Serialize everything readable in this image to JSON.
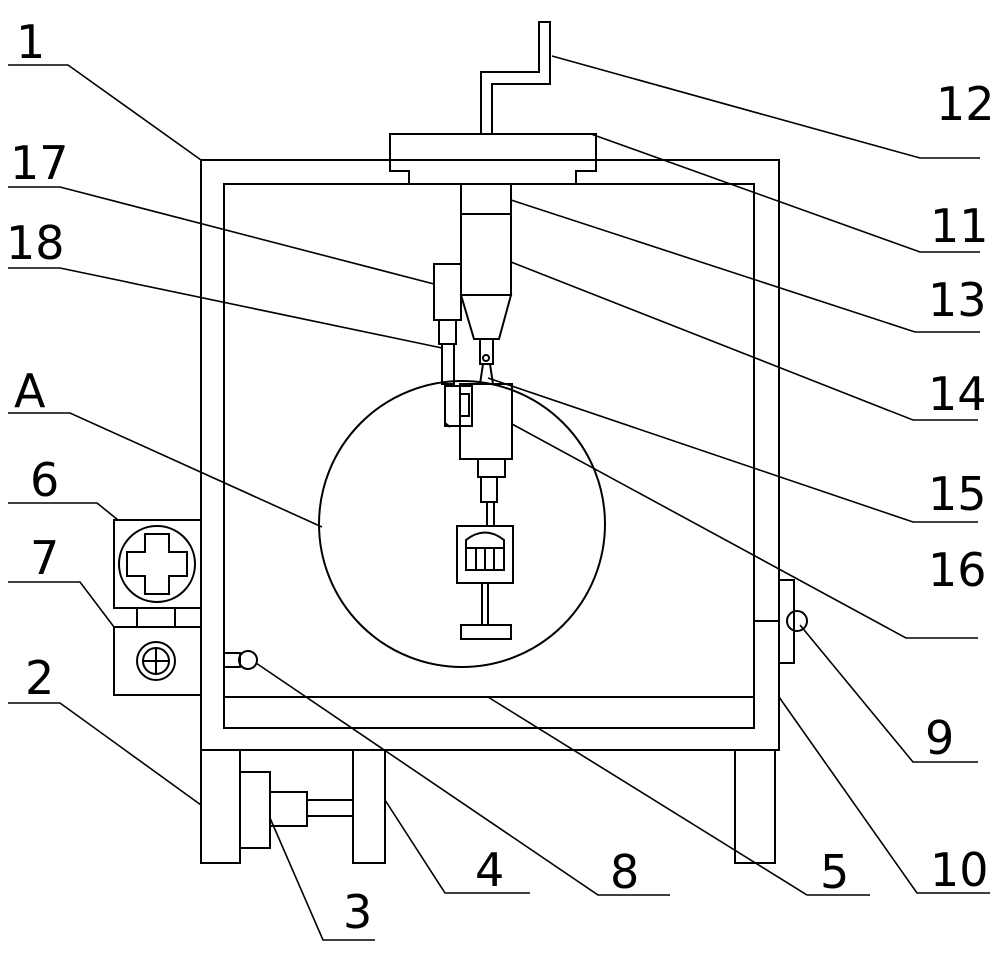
{
  "labels": {
    "l1": "1",
    "l2": "2",
    "l3": "3",
    "l4": "4",
    "l5": "5",
    "l6": "6",
    "l7": "7",
    "l8": "8",
    "l9": "9",
    "l10": "10",
    "l11": "11",
    "l12": "12",
    "l13": "13",
    "l14": "14",
    "l15": "15",
    "l16": "16",
    "l17": "17",
    "l18": "18",
    "lA": "A"
  },
  "colors": {
    "stroke": "#000000",
    "background": "#ffffff"
  }
}
